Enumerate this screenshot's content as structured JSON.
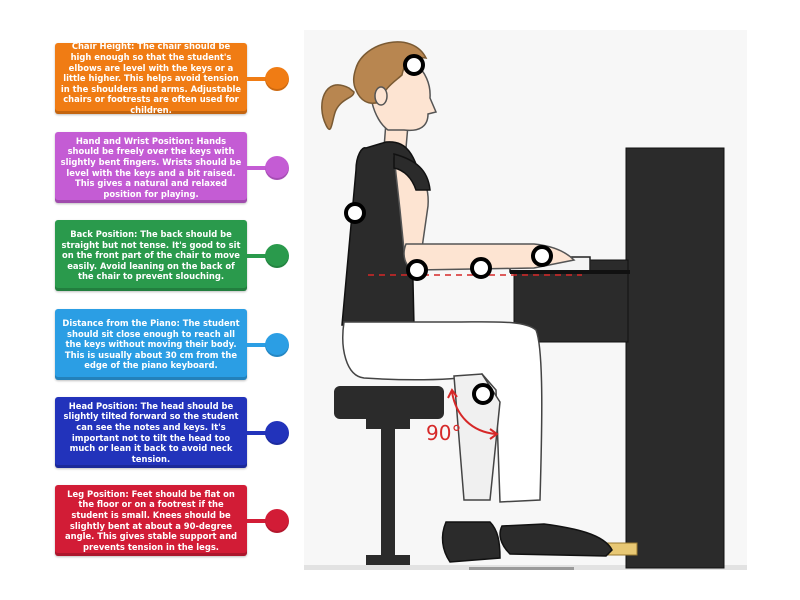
{
  "cards": [
    {
      "id": "chair-height",
      "color": "#f07c14",
      "text": "Chair Height: The chair should be high enough so that the student's elbows are level with the keys or a little higher. This helps avoid tension in the shoulders and arms. Adjustable chairs or footrests are often used for children."
    },
    {
      "id": "hand-wrist",
      "color": "#c45cd4",
      "text": "Hand and Wrist Position: Hands should be freely over the keys with slightly bent fingers. Wrists should be level with the keys and a bit raised. This gives a natural and relaxed position for playing."
    },
    {
      "id": "back-position",
      "color": "#2a9a4c",
      "text": "Back Position: The back should be straight but not tense. It's good to sit on the front part of the chair to move easily. Avoid leaning on the back of the chair to prevent slouching."
    },
    {
      "id": "distance-piano",
      "color": "#2b9ee4",
      "text": "Distance from the Piano: The student should sit close enough to reach all the keys without moving their body. This is usually about 30 cm from the edge of the piano keyboard."
    },
    {
      "id": "head-position",
      "color": "#2233bb",
      "text": "Head Position: The head should be slightly tilted forward so the student can see the notes and keys. It's important not to tilt the head too much or lean it back to avoid neck tension."
    },
    {
      "id": "leg-position",
      "color": "#d21c36",
      "text": "Leg Position: Feet should be flat on the floor or on a footrest if the student is small. Knees should be slightly bent at about a 90-degree angle. This gives stable support and prevents tension in the legs."
    }
  ],
  "illustration": {
    "angle_label": "90°",
    "angle_color": "#d62828",
    "guide_line_color": "#d62828"
  }
}
